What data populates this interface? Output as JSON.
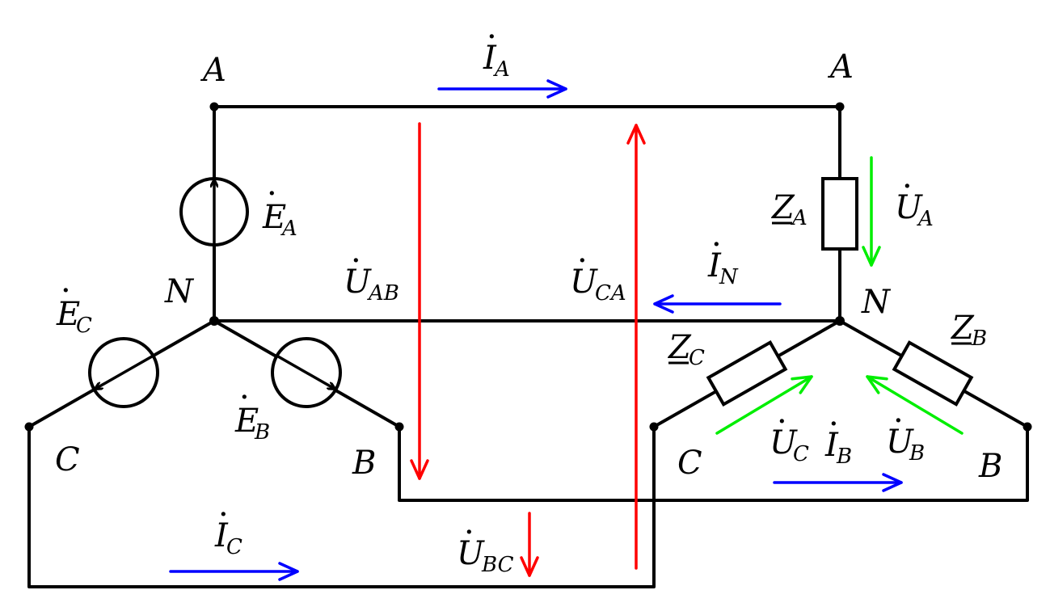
{
  "nodes": {
    "source": {
      "A": "A",
      "N": "N",
      "B": "B",
      "C": "C"
    },
    "load": {
      "A": "A",
      "N": "N",
      "B": "B",
      "C": "C"
    }
  },
  "sources": {
    "ea": {
      "main": "E",
      "sub": "A"
    },
    "eb": {
      "main": "E",
      "sub": "B"
    },
    "ec": {
      "main": "E",
      "sub": "C"
    }
  },
  "impedances": {
    "za": {
      "main": "Z",
      "sub": "A"
    },
    "zb": {
      "main": "Z",
      "sub": "B"
    },
    "zc": {
      "main": "Z",
      "sub": "C"
    }
  },
  "currents": {
    "ia": {
      "main": "I",
      "sub": "A"
    },
    "ib": {
      "main": "I",
      "sub": "B"
    },
    "ic": {
      "main": "I",
      "sub": "C"
    },
    "in": {
      "main": "I",
      "sub": "N"
    }
  },
  "line_voltages": {
    "uab": {
      "main": "U",
      "sub": "AB"
    },
    "ubc": {
      "main": "U",
      "sub": "BC"
    },
    "uca": {
      "main": "U",
      "sub": "CA"
    }
  },
  "phase_voltages": {
    "ua": {
      "main": "U",
      "sub": "A"
    },
    "ub": {
      "main": "U",
      "sub": "B"
    },
    "uc": {
      "main": "U",
      "sub": "C"
    }
  },
  "dot_mark": "·",
  "colors": {
    "wire": "#000000",
    "current_arrow": "#0000ff",
    "line_voltage_arrow": "#ff0000",
    "phase_voltage_arrow": "#00ee00"
  }
}
